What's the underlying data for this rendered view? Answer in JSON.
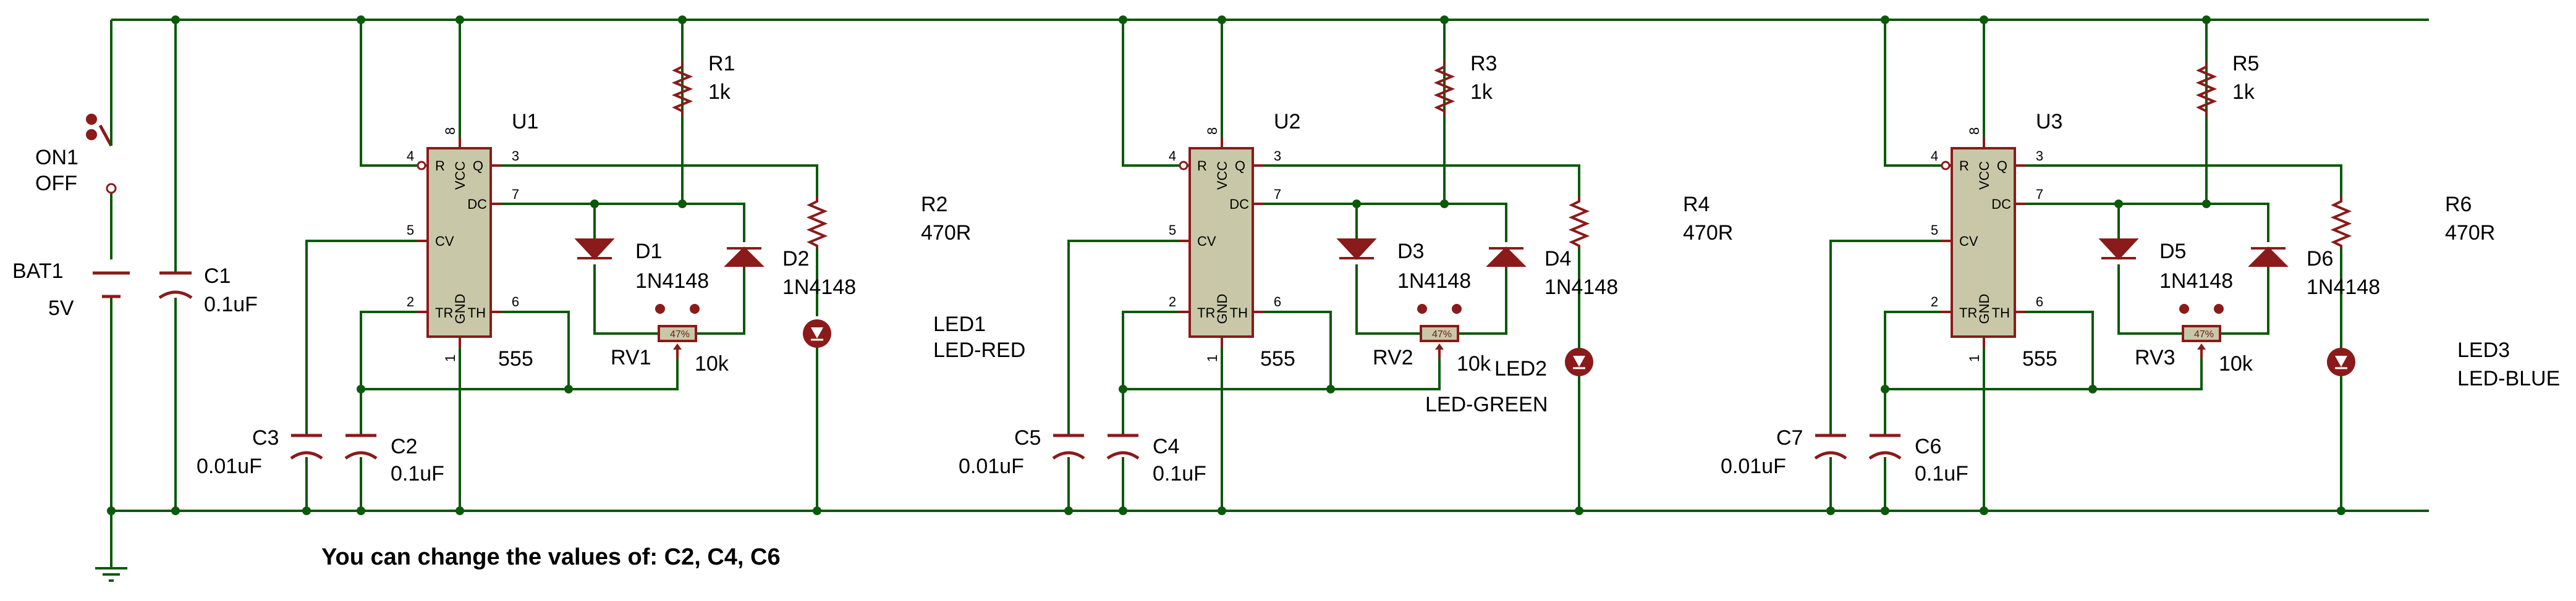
{
  "note": "You can change the values of: C2, C4, C6",
  "colors": {
    "wire": "#0a5a0a",
    "component": "#8b1a1a",
    "ic_fill": "#c8c8a8",
    "junction": "#0a5a0a",
    "text": "#000000"
  },
  "switch": {
    "name": "ON1",
    "state": "OFF"
  },
  "battery": {
    "name": "BAT1",
    "value": "5V"
  },
  "c1": {
    "name": "C1",
    "value": "0.1uF"
  },
  "stages": [
    {
      "ic": {
        "name": "U1",
        "type": "555"
      },
      "r_top": {
        "name": "R1",
        "value": "1k"
      },
      "d_left": {
        "name": "D1",
        "value": "1N4148"
      },
      "d_right": {
        "name": "D2",
        "value": "1N4148"
      },
      "pot": {
        "name": "RV1",
        "value": "10k",
        "percent": "47%"
      },
      "r_led": {
        "name": "R2",
        "value": "470R"
      },
      "led": {
        "name": "LED1",
        "value": "LED-RED"
      },
      "c_cv": {
        "name": "C3",
        "value": "0.01uF"
      },
      "c_timing": {
        "name": "C2",
        "value": "0.1uF"
      }
    },
    {
      "ic": {
        "name": "U2",
        "type": "555"
      },
      "r_top": {
        "name": "R3",
        "value": "1k"
      },
      "d_left": {
        "name": "D3",
        "value": "1N4148"
      },
      "d_right": {
        "name": "D4",
        "value": "1N4148"
      },
      "pot": {
        "name": "RV2",
        "value": "10k",
        "percent": "47%"
      },
      "r_led": {
        "name": "R4",
        "value": "470R"
      },
      "led": {
        "name": "LED2",
        "value": "LED-GREEN"
      },
      "c_cv": {
        "name": "C5",
        "value": "0.01uF"
      },
      "c_timing": {
        "name": "C4",
        "value": "0.1uF"
      }
    },
    {
      "ic": {
        "name": "U3",
        "type": "555"
      },
      "r_top": {
        "name": "R5",
        "value": "1k"
      },
      "d_left": {
        "name": "D5",
        "value": "1N4148"
      },
      "d_right": {
        "name": "D6",
        "value": "1N4148"
      },
      "pot": {
        "name": "RV3",
        "value": "10k",
        "percent": "47%"
      },
      "r_led": {
        "name": "R6",
        "value": "470R"
      },
      "led": {
        "name": "LED3",
        "value": "LED-BLUE"
      },
      "c_cv": {
        "name": "C7",
        "value": "0.01uF"
      },
      "c_timing": {
        "name": "C6",
        "value": "0.1uF"
      }
    }
  ],
  "ic_pins": {
    "reset": "R",
    "vcc": "VCC",
    "q": "Q",
    "dc": "DC",
    "cv": "CV",
    "tr": "TR",
    "gnd": "GND",
    "th": "TH",
    "n_reset": "4",
    "n_vcc": "8",
    "n_q": "3",
    "n_dc": "7",
    "n_cv": "5",
    "n_tr": "2",
    "n_gnd": "1",
    "n_th": "6"
  }
}
